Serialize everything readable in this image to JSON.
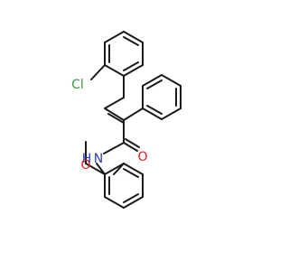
{
  "colors": {
    "background": "#ffffff",
    "bond": "#1a1a1a",
    "chlorine": "#3c9a3c",
    "nitrogen": "#2f3fbf",
    "oxygen": "#e02020"
  },
  "atoms": {
    "chlorine": "Cl",
    "amide_nitrogen": "N",
    "amide_hydrogen": "H",
    "carbonyl_oxygen": "O",
    "ether_oxygen": "O"
  }
}
